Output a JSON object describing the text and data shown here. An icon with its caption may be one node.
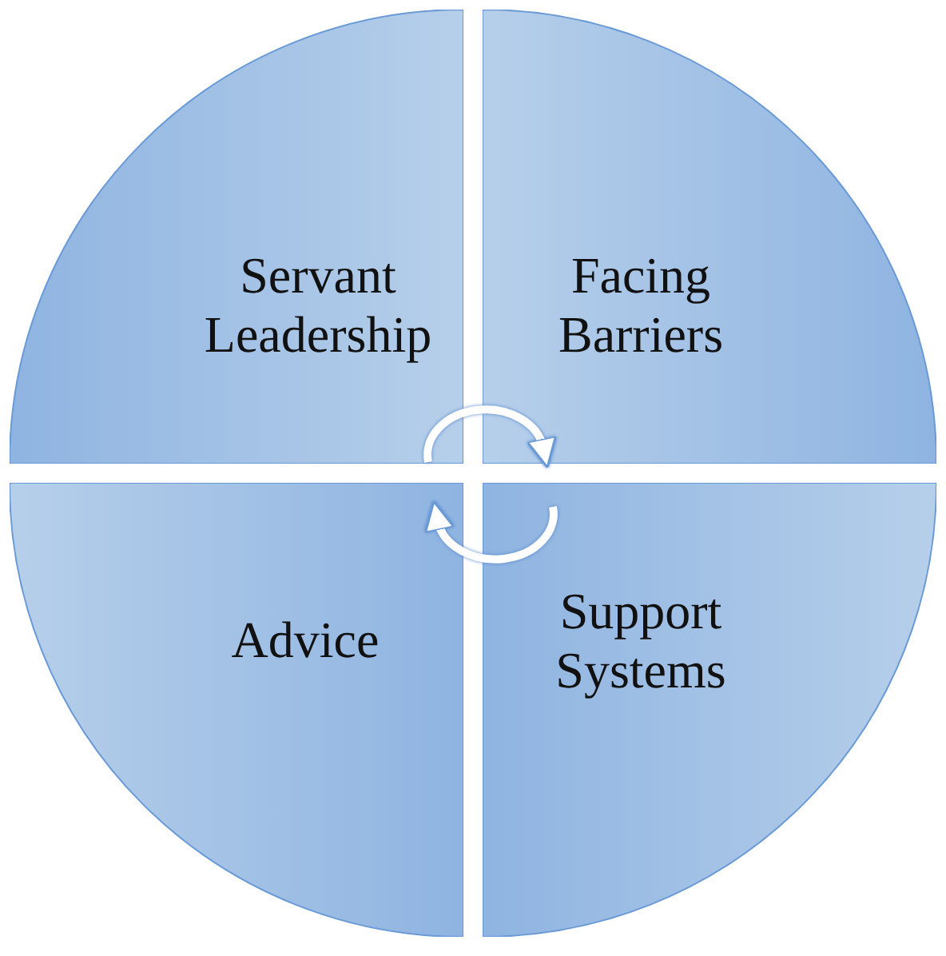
{
  "diagram": {
    "nodes": [
      {
        "text": [
          "Servant Leadership"
        ]
      },
      {
        "text": [
          "Facing Barriers"
        ]
      },
      {
        "text": [
          "Advice"
        ]
      },
      {
        "text": [
          "Support Systems"
        ]
      }
    ],
    "edges": [
      {
        "from": 0,
        "to": 1,
        "arrow": "to"
      },
      {
        "from": 3,
        "to": 2,
        "arrow": "to"
      }
    ]
  }
}
